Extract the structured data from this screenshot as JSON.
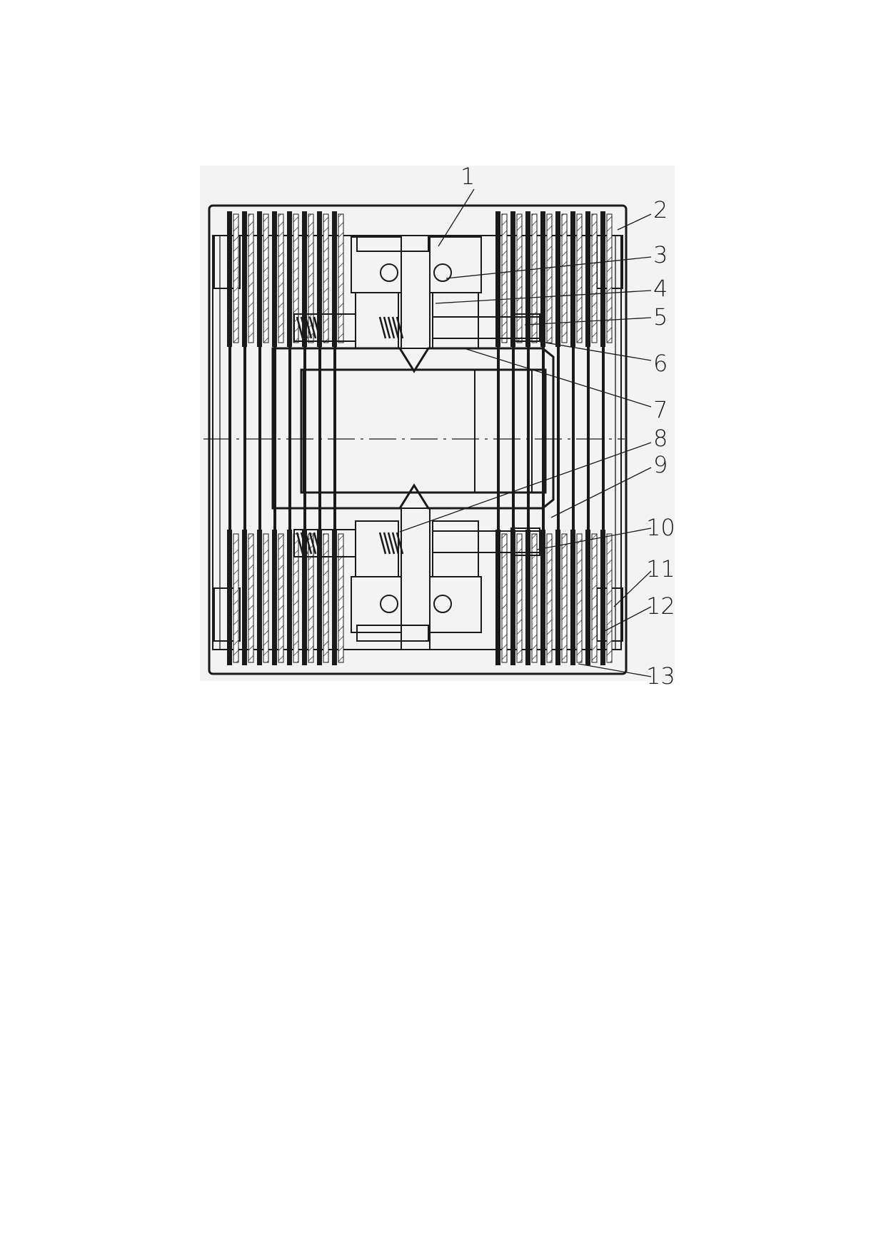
{
  "figure": {
    "callouts": [
      {
        "label": "1"
      },
      {
        "label": "2"
      },
      {
        "label": "3"
      },
      {
        "label": "4"
      },
      {
        "label": "5"
      },
      {
        "label": "6"
      },
      {
        "label": "7"
      },
      {
        "label": "8"
      },
      {
        "label": "9"
      },
      {
        "label": "10"
      },
      {
        "label": "11"
      },
      {
        "label": "12"
      },
      {
        "label": "13"
      }
    ]
  }
}
